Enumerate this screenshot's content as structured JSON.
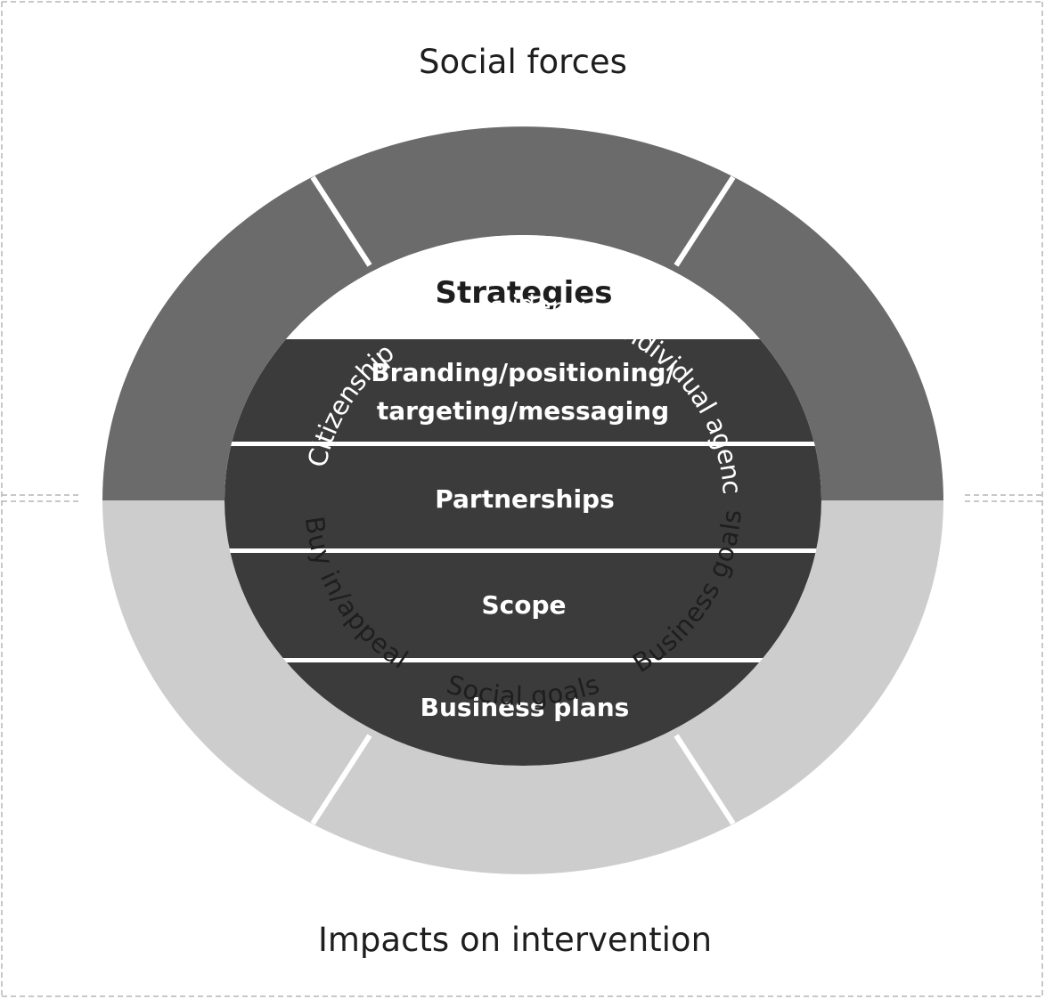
{
  "diagram": {
    "top_heading": "Social forces",
    "bottom_heading": "Impacts on intervention",
    "center_title": "Strategies",
    "social_forces": [
      {
        "label": "Citizenship"
      },
      {
        "label": "Class identity"
      },
      {
        "label": "Individual agency"
      }
    ],
    "impacts": [
      {
        "label": "Buy in/appeal"
      },
      {
        "label": "Social goals"
      },
      {
        "label": "Business goals"
      }
    ],
    "strategy_bands": [
      {
        "lines": [
          "Branding/positioning/",
          "targeting/messaging"
        ]
      },
      {
        "lines": [
          "Partnerships"
        ]
      },
      {
        "lines": [
          "Scope"
        ]
      },
      {
        "lines": [
          "Business plans"
        ]
      }
    ],
    "colors": {
      "social_forces_ring": "#6b6b6b",
      "impacts_ring": "#cdcdcd",
      "strategy_band": "#3b3b3b",
      "center_fill": "#ffffff",
      "separator": "#ffffff",
      "border_dash": "#b5b5b5"
    }
  }
}
